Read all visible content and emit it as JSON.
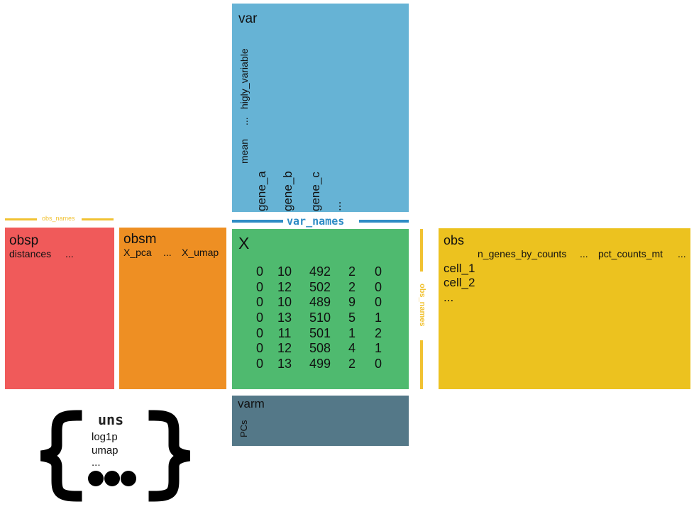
{
  "colors": {
    "obsp": "#f05a5a",
    "obsm": "#ee8f23",
    "x": "#4fba6f",
    "var": "#66b3d5",
    "varm": "#547888",
    "obs": "#ecc21f",
    "var_names_accent": "#2f8cc5",
    "obs_names_accent": "#f1c232"
  },
  "var": {
    "title": "var",
    "columns": [
      "mean",
      "...",
      "higly_variable"
    ],
    "genes": [
      "gene_a",
      "gene_b",
      "gene_c",
      "..."
    ]
  },
  "var_names_label": "var_names",
  "obs_names_label": "obs_names",
  "obsp": {
    "title": "obsp",
    "items": [
      "distances",
      "..."
    ]
  },
  "obsm": {
    "title": "obsm",
    "items": [
      "X_pca",
      "...",
      "X_umap"
    ]
  },
  "x": {
    "title": "X",
    "rows": [
      [
        "0",
        "10",
        "492",
        "2",
        "0"
      ],
      [
        "0",
        "12",
        "502",
        "2",
        "0"
      ],
      [
        "0",
        "10",
        "489",
        "9",
        "0"
      ],
      [
        "0",
        "13",
        "510",
        "5",
        "1"
      ],
      [
        "0",
        "11",
        "501",
        "1",
        "2"
      ],
      [
        "0",
        "12",
        "508",
        "4",
        "1"
      ],
      [
        "0",
        "13",
        "499",
        "2",
        "0"
      ]
    ]
  },
  "obs": {
    "title": "obs",
    "columns": [
      "n_genes_by_counts",
      "...",
      "pct_counts_mt",
      "..."
    ],
    "cells": [
      "cell_1",
      "cell_2",
      "..."
    ]
  },
  "varm": {
    "title": "varm",
    "items": [
      "PCs"
    ]
  },
  "uns": {
    "title": "uns",
    "items": [
      "log1p",
      "umap",
      "..."
    ]
  }
}
